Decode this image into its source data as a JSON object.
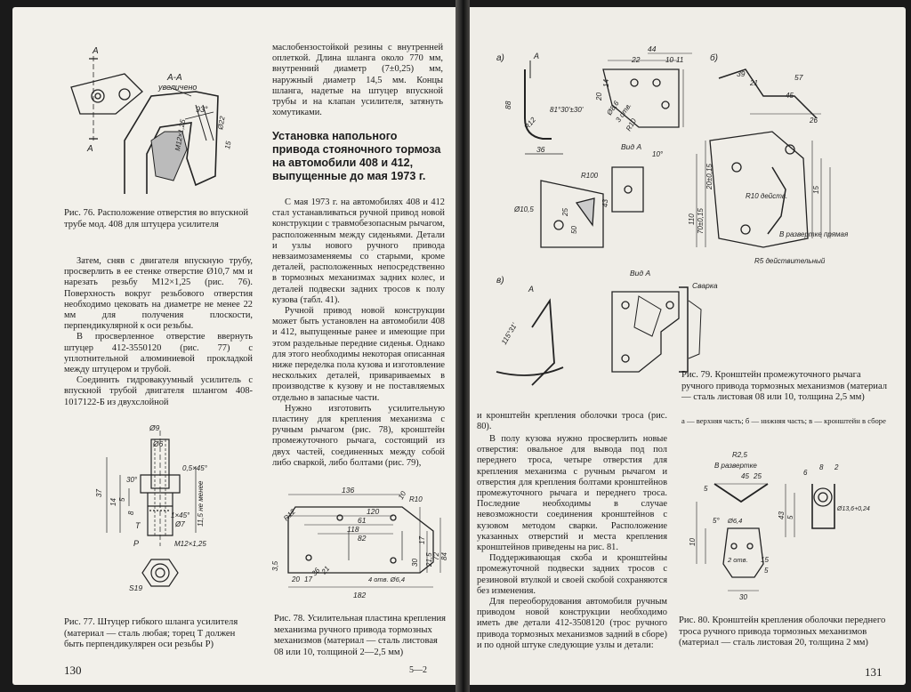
{
  "left": {
    "page_number": "130",
    "fig76": {
      "labels": {
        "a_top": "А",
        "a_bottom": "А",
        "section": "А-А",
        "enlarged": "увеличено",
        "angle": "93°",
        "thread": "М12×1,25",
        "dia": "Ø22",
        "dim": "15"
      },
      "caption": "Рис. 76. Расположение отверстия во впускной трубе мод. 408 для штуцера усилителя"
    },
    "col1_paragraphs": [
      "Затем, сняв с двигателя впускную трубу, просверлить в ее стенке отверстие Ø10,7 мм и нарезать резьбу М12×1,25 (рис. 76). Поверхность вокруг резьбового отверстия необходимо цековать на диаметре не менее 22 мм для получения плоскости, перпендикулярной к оси резьбы.",
      "В просверленное отверстие ввернуть штуцер 412-3550120 (рис. 77) с уплотнительной алюминиевой прокладкой между штуцером и трубой.",
      "Соединить гидровакуумный усилитель с впускной трубой двигателя шлангом 408-1017122-Б из двухслойной"
    ],
    "fig77": {
      "labels": {
        "d9": "Ø9",
        "d6": "Ø6",
        "chamfer": "0,5×45°",
        "min": "11,5 не менее",
        "deg30": "30°",
        "d7": "Ø7",
        "chamfer2": "1×45°",
        "t": "Т",
        "p": "Р",
        "thread": "М12×1,25",
        "s19": "S19",
        "h37": "37",
        "h14": "14",
        "h5": "5",
        "h8": "8"
      },
      "caption": "Рис. 77. Штуцер гибкого шланга усилителя (материал — сталь любая; торец Т должен быть перпендикулярен оси резьбы Р)"
    },
    "col2_top": "маслобензостойкой резины с внутренней оплеткой. Длина шланга около 770 мм, внутренний диаметр (7±0,25) мм, наружный диаметр 14,5 мм. Концы шланга, надетые на штуцер впускной трубы и на клапан усилителя, затянуть хомутиками.",
    "heading": "Установка напольного привода стояночного тормоза на автомобили 408 и 412, выпущенные до мая 1973 г.",
    "col2_paragraphs": [
      "С мая 1973 г. на автомобилях 408 и 412 стал устанавливаться ручной привод новой конструкции с травмобезопасным рычагом, расположенным между сиденьями. Детали и узлы нового ручного привода невзаимозаменяемы со старыми, кроме деталей, расположенных непосредственно в тормозных механизмах задних колес, и деталей подвески задних тросов к полу кузова (табл. 41).",
      "Ручной привод новой конструкции может быть установлен на автомобили 408 и 412, выпущенные ранее и имеющие при этом раздельные передние сиденья. Однако для этого необходимы некоторая описанная ниже переделка пола кузова и изготовление нескольких деталей, привариваемых в производстве к кузову и не поставляемых отдельно в запасные части.",
      "Нужно изготовить усилительную пластину для крепления механизма с ручным рычагом (рис. 78), кронштейн промежуточного рычага, состоящий из двух частей, соединенных между собой либо сваркой, либо болтами (рис. 79),"
    ],
    "fig78": {
      "labels": {
        "d136": "136",
        "d120": "120",
        "d61": "61",
        "d118": "118",
        "d82": "82",
        "d10": "10",
        "r12": "R12",
        "r10": "R10",
        "h35": "3,5",
        "d20": "20",
        "d17": "17",
        "d36": "36",
        "d21": "21",
        "d182": "182",
        "d4": "4 отв. Ø6,4",
        "d30": "30",
        "d17b": "17",
        "d215": "21,5",
        "d72": "72",
        "d84": "84"
      },
      "caption": "Рис. 78. Усилительная пластина крепления механизма ручного привода тормозных механизмов (материал — сталь листовая 08 или 10, толщиной 2—2,5 мм)"
    },
    "footer_mark": "5—2"
  },
  "right": {
    "page_number": "131",
    "fig79": {
      "labels": {
        "a": "а)",
        "b": "б)",
        "v": "в)",
        "arrow": "А",
        "arrow2": "А",
        "d44": "44",
        "d22": "22",
        "d10": "10",
        "d11": "11",
        "d88": "88",
        "d20": "20",
        "d14": "14",
        "r12": "R12",
        "angle": "81°30'±30'",
        "d36": "36",
        "r10": "R10",
        "d86": "Ø8,6",
        "otv": "3 отв.",
        "vida": "Вид А",
        "deg10": "10°",
        "r100": "R100",
        "d105": "Ø10,5",
        "d43": "43",
        "d25": "25",
        "d50": "50",
        "d39": "39",
        "d57": "57",
        "d21": "21",
        "d45": "45",
        "d26": "26",
        "d110": "110",
        "d70": "70±0,15",
        "d20b": "20±0,15",
        "r10deist": "R10 действ.",
        "d15": "15",
        "straight": "В развертке прямая",
        "r5": "R5 действительный",
        "angle2": "115°31'",
        "vida2": "Вид А",
        "weld": "Сварка"
      },
      "caption": "Рис. 79. Кронштейн промежуточного рычага ручного привода тормозных механизмов (материал — сталь листовая 08 или 10, толщина 2,5 мм)",
      "legend": "а — верхняя часть; б — нижняя часть; в — кронштейн в сборе"
    },
    "text_top": "и кронштейн крепления оболочки троса (рис. 80).",
    "paragraphs": [
      "В полу кузова нужно просверлить новые отверстия: овальное для вывода под пол переднего троса, четыре отверстия для крепления механизма с ручным рычагом и отверстия для крепления болтами кронштейнов промежуточного рычага и переднего троса. Последние необходимы в случае невозможности соединения кронштейнов с кузовом методом сварки. Расположение указанных отверстий и места крепления кронштейнов приведены на рис. 81.",
      "Поддерживающая скоба и кронштейны промежуточной подвески задних тросов с резиновой втулкой и своей скобой сохраняются без изменения.",
      "Для переоборудования автомобиля ручным приводом новой конструкции необходимо иметь две детали 412-3508120 (трос ручного привода тормозных механизмов задний в сборе) и по одной штуке следующие узлы и детали:"
    ],
    "fig80": {
      "labels": {
        "r25": "R2,5",
        "razv": "В развертке",
        "d45": "45",
        "d25": "25",
        "d6": "6",
        "d8": "8",
        "d2": "2",
        "d5": "5",
        "d13": "Ø13,6+0,24",
        "d43": "43",
        "d5b": "5",
        "d10": "10",
        "d64": "Ø6,4",
        "otv": "2 отв.",
        "d15": "15",
        "d5c": "5",
        "d30": "30",
        "deg": "5°"
      },
      "caption": "Рис. 80. Кронштейн крепления оболочки переднего троса ручного привода тормозных механизмов (материал — сталь листовая 20, толщина 2 мм)"
    }
  }
}
